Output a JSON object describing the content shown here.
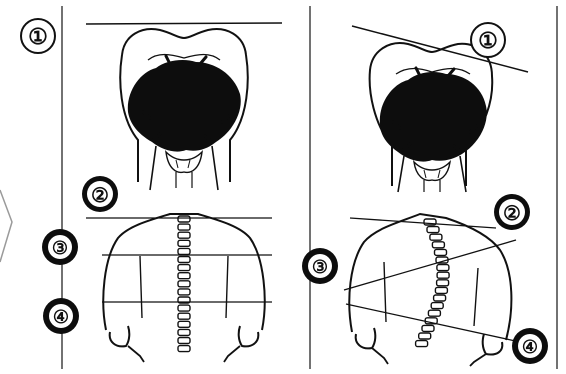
{
  "panels": [
    {
      "side": "left",
      "posture": "aligned",
      "markers": [
        "①",
        "②",
        "③",
        "④"
      ]
    },
    {
      "side": "right",
      "posture": "misaligned",
      "markers": [
        "①",
        "②",
        "③",
        "④"
      ]
    }
  ],
  "colors": {
    "ink": "#111111",
    "hair": "#0d0d0d",
    "paper": "#ffffff",
    "edge": "#9a9a9a"
  },
  "icons": {
    "left_edge": "chevron-right-icon"
  }
}
